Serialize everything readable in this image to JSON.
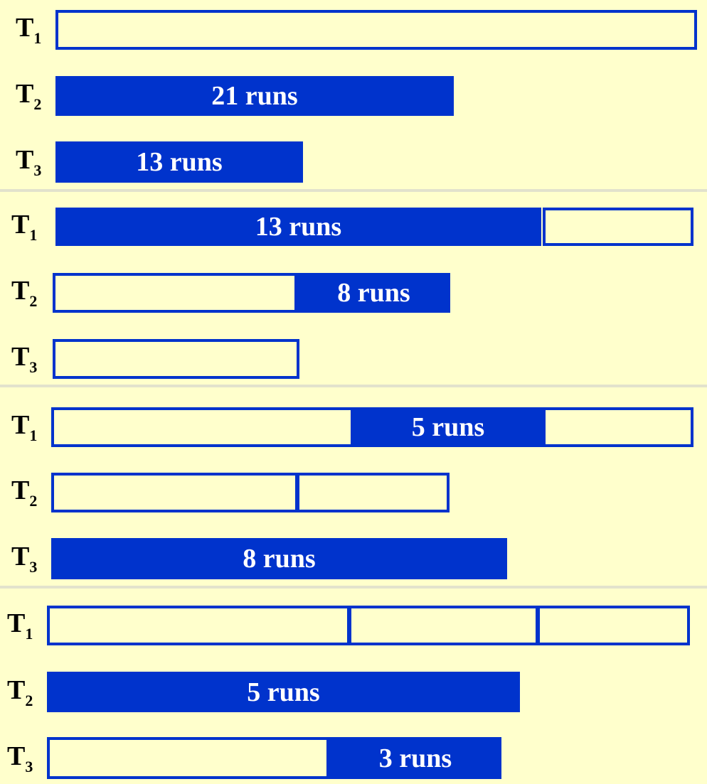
{
  "colors": {
    "background": "#ffffcc",
    "tape": "#0033cc",
    "text_on_tape": "#ffffff",
    "label": "#000000"
  },
  "panels": [
    {
      "tapes": [
        {
          "label": "T",
          "sub": "1",
          "segments": [
            {
              "type": "empty",
              "text": ""
            }
          ]
        },
        {
          "label": "T",
          "sub": "2",
          "segments": [
            {
              "type": "filled",
              "text": "21 runs"
            }
          ]
        },
        {
          "label": "T",
          "sub": "3",
          "segments": [
            {
              "type": "filled",
              "text": "13 runs"
            }
          ]
        }
      ]
    },
    {
      "tapes": [
        {
          "label": "T",
          "sub": "1",
          "segments": [
            {
              "type": "filled",
              "text": "13 runs"
            },
            {
              "type": "empty",
              "text": ""
            }
          ]
        },
        {
          "label": "T",
          "sub": "2",
          "segments": [
            {
              "type": "empty",
              "text": ""
            },
            {
              "type": "filled",
              "text": "8 runs"
            }
          ]
        },
        {
          "label": "T",
          "sub": "3",
          "segments": [
            {
              "type": "empty",
              "text": ""
            }
          ]
        }
      ]
    },
    {
      "tapes": [
        {
          "label": "T",
          "sub": "1",
          "segments": [
            {
              "type": "empty",
              "text": ""
            },
            {
              "type": "filled",
              "text": "5 runs"
            },
            {
              "type": "empty",
              "text": ""
            }
          ]
        },
        {
          "label": "T",
          "sub": "2",
          "segments": [
            {
              "type": "empty",
              "text": ""
            },
            {
              "type": "empty",
              "text": ""
            }
          ]
        },
        {
          "label": "T",
          "sub": "3",
          "segments": [
            {
              "type": "filled",
              "text": "8 runs"
            }
          ]
        }
      ]
    },
    {
      "tapes": [
        {
          "label": "T",
          "sub": "1",
          "segments": [
            {
              "type": "empty",
              "text": ""
            },
            {
              "type": "empty",
              "text": ""
            },
            {
              "type": "empty",
              "text": ""
            }
          ]
        },
        {
          "label": "T",
          "sub": "2",
          "segments": [
            {
              "type": "filled",
              "text": "5 runs"
            }
          ]
        },
        {
          "label": "T",
          "sub": "3",
          "segments": [
            {
              "type": "empty",
              "text": ""
            },
            {
              "type": "filled",
              "text": "3 runs"
            }
          ]
        }
      ]
    }
  ]
}
